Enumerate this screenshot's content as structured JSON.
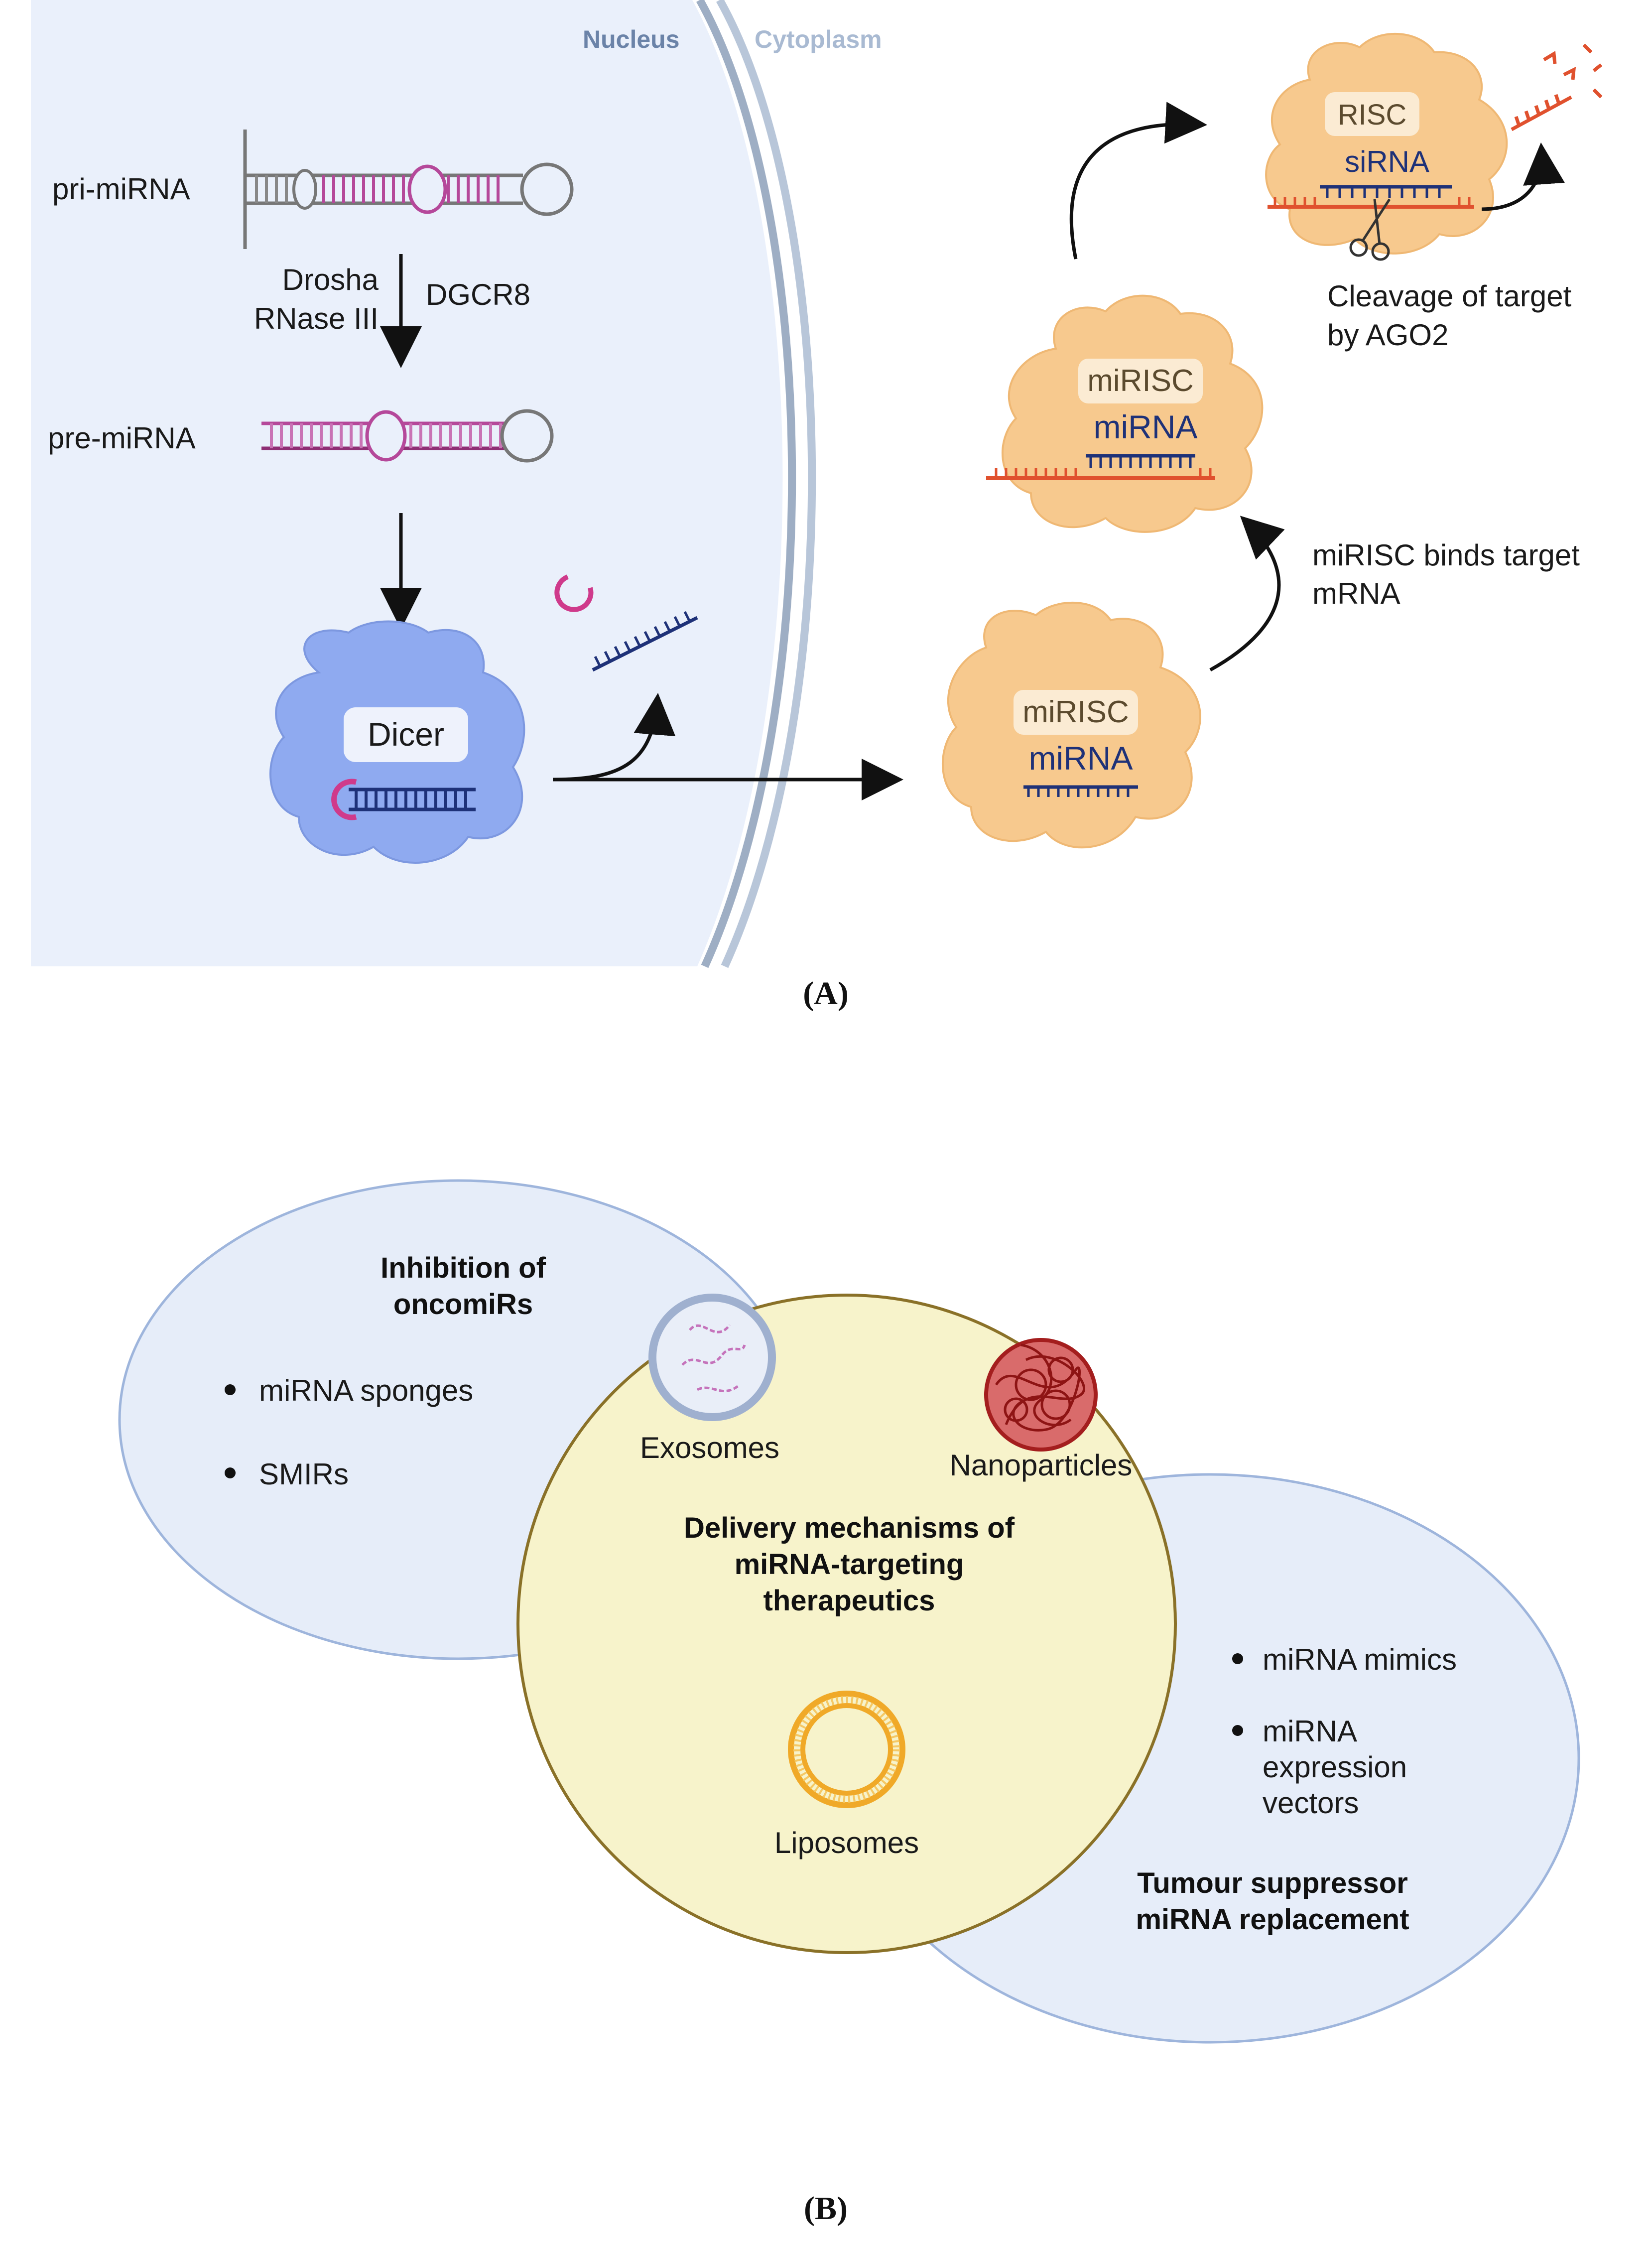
{
  "panel_a": {
    "compartments": {
      "nucleus": "Nucleus",
      "cytoplasm": "Cytoplasm"
    },
    "pri_mirna": "pri-miRNA",
    "enzyme_drosha_line1": "Drosha",
    "enzyme_drosha_line2": "RNase III",
    "enzyme_dgcr8": "DGCR8",
    "pre_mirna": "pre-miRNA",
    "dicer": "Dicer",
    "mirisc_bottom": {
      "title": "miRISC",
      "strand": "miRNA"
    },
    "mirisc_binds_line1": "miRISC binds target",
    "mirisc_binds_line2": "mRNA",
    "mirisc_middle": {
      "title": "miRISC",
      "strand": "miRNA"
    },
    "risc_top": {
      "title": "RISC",
      "strand": "siRNA"
    },
    "cleavage_line1": "Cleavage of target",
    "cleavage_line2": "by AGO2",
    "caption": "(A)"
  },
  "panel_b": {
    "left_title_line1": "Inhibition of",
    "left_title_line2": "oncomiRs",
    "left_items": [
      "miRNA sponges",
      "SMIRs"
    ],
    "center_title_line1": "Delivery mechanisms of",
    "center_title_line2": "miRNA-targeting",
    "center_title_line3": "therapeutics",
    "exosomes": "Exosomes",
    "nanoparticles": "Nanoparticles",
    "liposomes": "Liposomes",
    "right_item1": "miRNA mimics",
    "right_item2_line1": "miRNA",
    "right_item2_line2": "expression",
    "right_item2_line3": "vectors",
    "right_title_line1": "Tumour suppressor",
    "right_title_line2": "miRNA replacement",
    "caption": "(B)"
  },
  "colors": {
    "nucleus_bg": "#eaf0fb",
    "membrane": "#9eaec4",
    "dicer": "#8faaf0",
    "risc": "#f7c98e",
    "mirna_strand": "#1e3178",
    "target_mrna": "#e0512e",
    "hairpin_pink": "#b5489a",
    "venn_outer": "#e6edf9",
    "venn_outer_stroke": "#9eb5dc",
    "venn_center": "#f7f3cb",
    "venn_center_stroke": "#8a7128"
  }
}
